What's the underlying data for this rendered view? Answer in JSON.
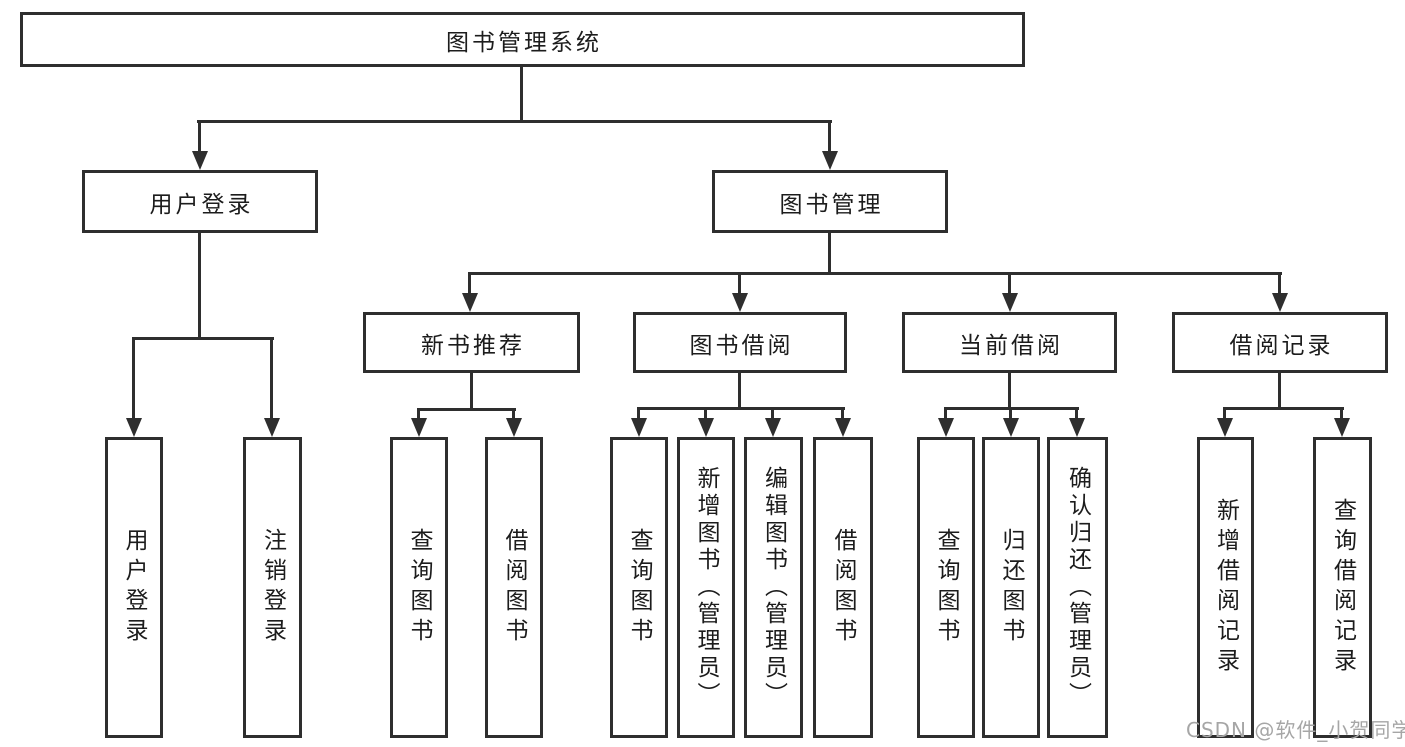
{
  "diagram": {
    "root": "图书管理系统",
    "level2": {
      "user_login": "用户登录",
      "book_mgmt": "图书管理"
    },
    "level3": {
      "new_book_rec": "新书推荐",
      "book_borrow": "图书借阅",
      "current_borrow": "当前借阅",
      "borrow_record": "借阅记录"
    },
    "leaves": {
      "user_login": "用户登录",
      "logout": "注销登录",
      "rec_query_book": "查询图书",
      "rec_borrow_book": "借阅图书",
      "bb_query_book": "查询图书",
      "bb_add_book": "新增图书（管理员）",
      "bb_edit_book": "编辑图书（管理员）",
      "bb_borrow_book": "借阅图书",
      "cb_query_book": "查询图书",
      "cb_return_book": "归还图书",
      "cb_confirm_return": "确认归还（管理员）",
      "br_add_record": "新增借阅记录",
      "br_query_record": "查询借阅记录"
    },
    "watermark": "CSDN @软件_小贺同学",
    "colors": {
      "line": "#2e2e2e",
      "text": "#1c1c1c",
      "watermark": "#a6a6a6",
      "background": "#ffffff"
    }
  }
}
